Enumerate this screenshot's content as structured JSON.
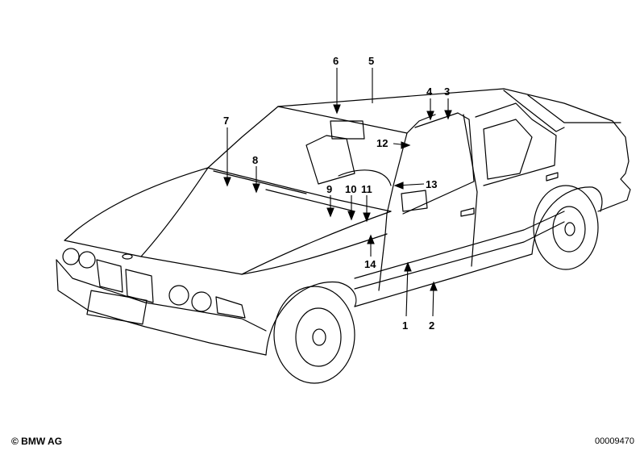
{
  "callouts": [
    {
      "id": "1",
      "label": "1"
    },
    {
      "id": "2",
      "label": "2"
    },
    {
      "id": "3",
      "label": "3"
    },
    {
      "id": "4",
      "label": "4"
    },
    {
      "id": "5",
      "label": "5"
    },
    {
      "id": "6",
      "label": "6"
    },
    {
      "id": "7",
      "label": "7"
    },
    {
      "id": "8",
      "label": "8"
    },
    {
      "id": "9",
      "label": "9"
    },
    {
      "id": "10",
      "label": "10"
    },
    {
      "id": "11",
      "label": "11"
    },
    {
      "id": "12",
      "label": "12"
    },
    {
      "id": "13",
      "label": "13"
    },
    {
      "id": "14",
      "label": "14"
    }
  ],
  "footer": {
    "copyright": "© BMW AG",
    "document_number": "00009470"
  },
  "colors": {
    "line": "#000000",
    "background": "#ffffff"
  }
}
